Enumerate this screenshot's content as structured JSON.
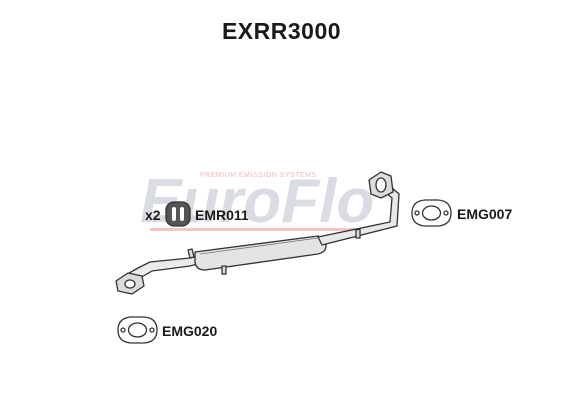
{
  "title": "EXRR3000",
  "watermark": {
    "brand": "EuroFlo",
    "tagline": "PREMIUM EMISSION SYSTEMS"
  },
  "parts": {
    "rubber_mount": {
      "quantity": "x2",
      "code": "EMR011"
    },
    "front_gasket": {
      "code": "EMG020"
    },
    "rear_gasket": {
      "code": "EMG007"
    }
  },
  "colors": {
    "watermark_grey": "#d9dce3",
    "watermark_red": "#f2c4c4",
    "pipe_fill": "#e8e8e8",
    "pipe_stroke": "#333333",
    "text": "#1a1a1a"
  }
}
